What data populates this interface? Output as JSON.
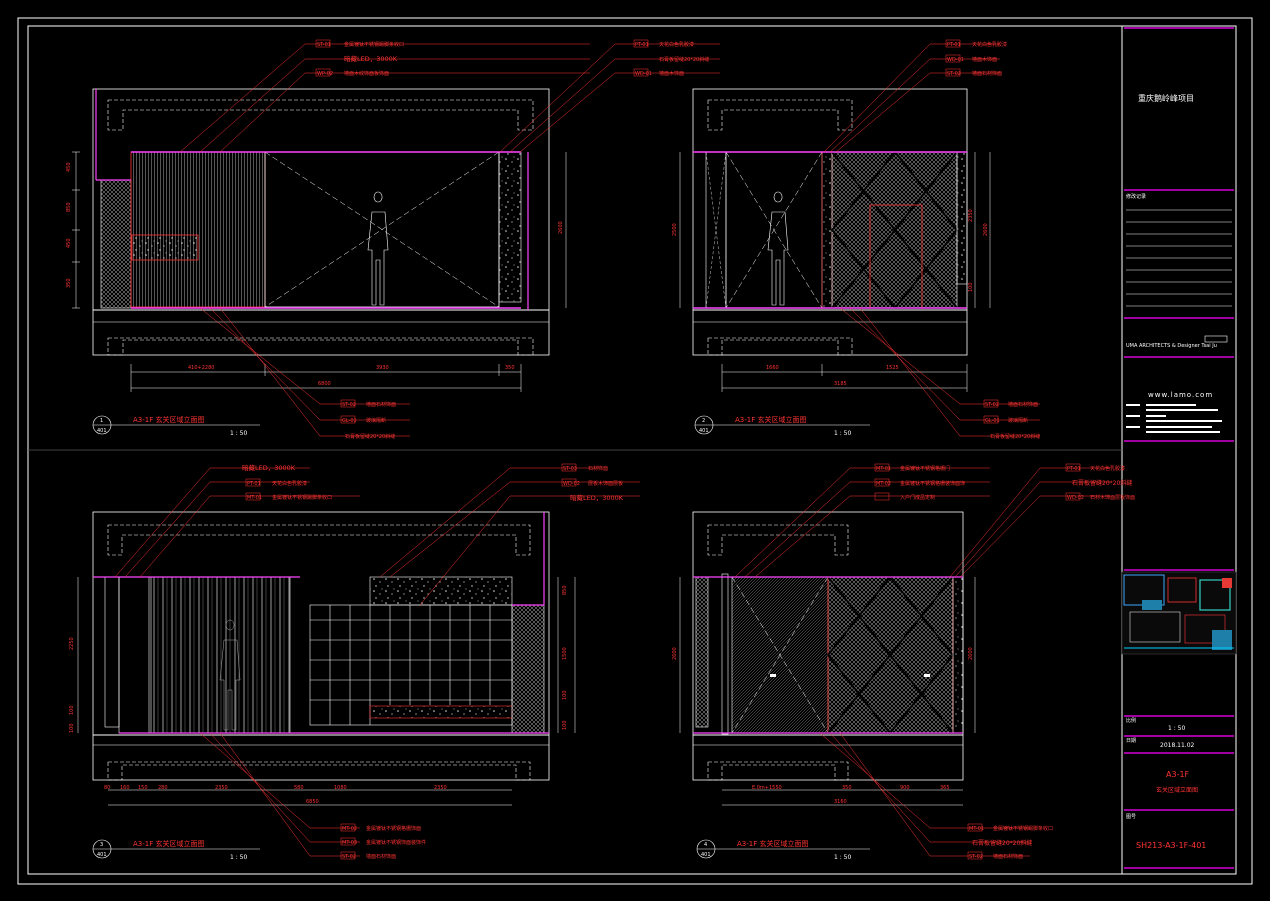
{
  "project": {
    "name": "重庆鹅岭峰项目",
    "firm_line": "UMA ARCHITECTS & Designer Tsai Ju",
    "website": "www.lamo.com",
    "scale_label": "比例",
    "scale": "1 : 50",
    "date_label": "日期",
    "date": "2018.11.02",
    "sheet_title_1": "A3-1F",
    "sheet_title_2": "玄关区域立面图",
    "drawing_no_label": "图号",
    "drawing_no": "SH213-A3-1F-401",
    "revision_label": "修改记录"
  },
  "views": [
    {
      "num": "1",
      "sheet": "401",
      "title": "A3-1F  玄关区域立面图",
      "scale": "1 : 50",
      "tags_top": [
        {
          "code": "ST-01",
          "text": "金属镀钛不锈钢踢脚条收口"
        },
        {
          "code": "",
          "text": "暗藏LED，3000K"
        },
        {
          "code": "WP-02",
          "text": "墙面木纹饰面板饰面"
        },
        {
          "code": "PT-01",
          "text": "天花白色乳胶漆"
        },
        {
          "code": "",
          "text": "石膏板留缝20*20斜缝"
        },
        {
          "code": "WD-01",
          "text": "墙面木饰面"
        }
      ],
      "tags_bottom": [
        {
          "code": "ST-02",
          "text": "墙面石材饰面"
        },
        {
          "code": "GL-01",
          "text": "玻璃隔断"
        },
        {
          "code": "",
          "text": "石膏板留缝20*20斜缝"
        }
      ],
      "dims_v": [
        "450",
        "850",
        "450",
        "350"
      ],
      "dim_total_v": "2600",
      "dims_h": [
        "410+2280",
        "3930",
        "350"
      ],
      "dim_total_h": "6800"
    },
    {
      "num": "2",
      "sheet": "401",
      "title": "A3-1F  玄关区域立面图",
      "scale": "1 : 50",
      "tags_top": [
        {
          "code": "PT-01",
          "text": "天花白色乳胶漆"
        },
        {
          "code": "WD-01",
          "text": "墙面木饰面"
        },
        {
          "code": "ST-02",
          "text": "墙面石材饰面"
        }
      ],
      "tags_bottom": [
        {
          "code": "ST-02",
          "text": "墙面石材饰面"
        },
        {
          "code": "GL-01",
          "text": "玻璃隔断"
        },
        {
          "code": "",
          "text": "石膏板留缝20*20斜缝"
        }
      ],
      "dims_v": [
        "2500"
      ],
      "dim_total_v": "2600",
      "dims_v_right": [
        "2350",
        "2600",
        "100"
      ],
      "dims_h": [
        "1660",
        "1525"
      ],
      "dim_total_h": "3185"
    },
    {
      "num": "3",
      "sheet": "401",
      "title": "A3-1F  玄关区域立面图",
      "scale": "1 : 50",
      "tags_top": [
        {
          "code": "",
          "text": "暗藏LED，3000K"
        },
        {
          "code": "PT-01",
          "text": "天花白色乳胶漆"
        },
        {
          "code": "MT-01",
          "text": "金属镀钛不锈钢踢脚条收口"
        },
        {
          "code": "ST-03",
          "text": "石材饰面"
        },
        {
          "code": "WD-02",
          "text": "层板木饰面层板"
        },
        {
          "code": "",
          "text": "暗藏LED，3000K"
        }
      ],
      "tags_bottom": [
        {
          "code": "MT-02",
          "text": "金属镀钛不锈钢格栅饰面"
        },
        {
          "code": "MT-03",
          "text": "金属镀钛不锈钢饰面装饰件"
        },
        {
          "code": "ST-02",
          "text": "墙面石材饰面"
        }
      ],
      "dims_v": [
        "2250",
        "100",
        "100"
      ],
      "dims_v_right": [
        "850",
        "1500",
        "100",
        "100"
      ],
      "dims_h": [
        "80",
        "160",
        "150",
        "280",
        "2350",
        "580",
        "1080",
        "2350"
      ],
      "dim_total_h": "6850"
    },
    {
      "num": "4",
      "sheet": "401",
      "title": "A3-1F  玄关区域立面图",
      "scale": "1 : 50",
      "tags_top": [
        {
          "code": "MT-01",
          "text": "金属镀钛不锈钢格栅门"
        },
        {
          "code": "MT-02",
          "text": "金属镀钛不锈钢格栅装饰面饰"
        },
        {
          "code": "",
          "text": "入户门成品定制"
        },
        {
          "code": "PT-01",
          "text": "天花白色乳胶漆"
        },
        {
          "code": "",
          "text": "石膏板留缝20*20斜缝"
        },
        {
          "code": "WD-02",
          "text": "石材木饰面层板饰面"
        }
      ],
      "tags_bottom": [
        {
          "code": "MT-01",
          "text": "金属镀钛不锈钢踢脚条收口"
        },
        {
          "code": "",
          "text": "石膏板留缝20*20斜缝"
        },
        {
          "code": "ST-02",
          "text": "墙面石材饰面"
        }
      ],
      "dims_v": [
        "2600"
      ],
      "dims_v_right": [
        "2600"
      ],
      "dims_h": [
        "E.0m+1550",
        "350",
        "900",
        "365"
      ],
      "dim_total_h": "3160"
    }
  ]
}
